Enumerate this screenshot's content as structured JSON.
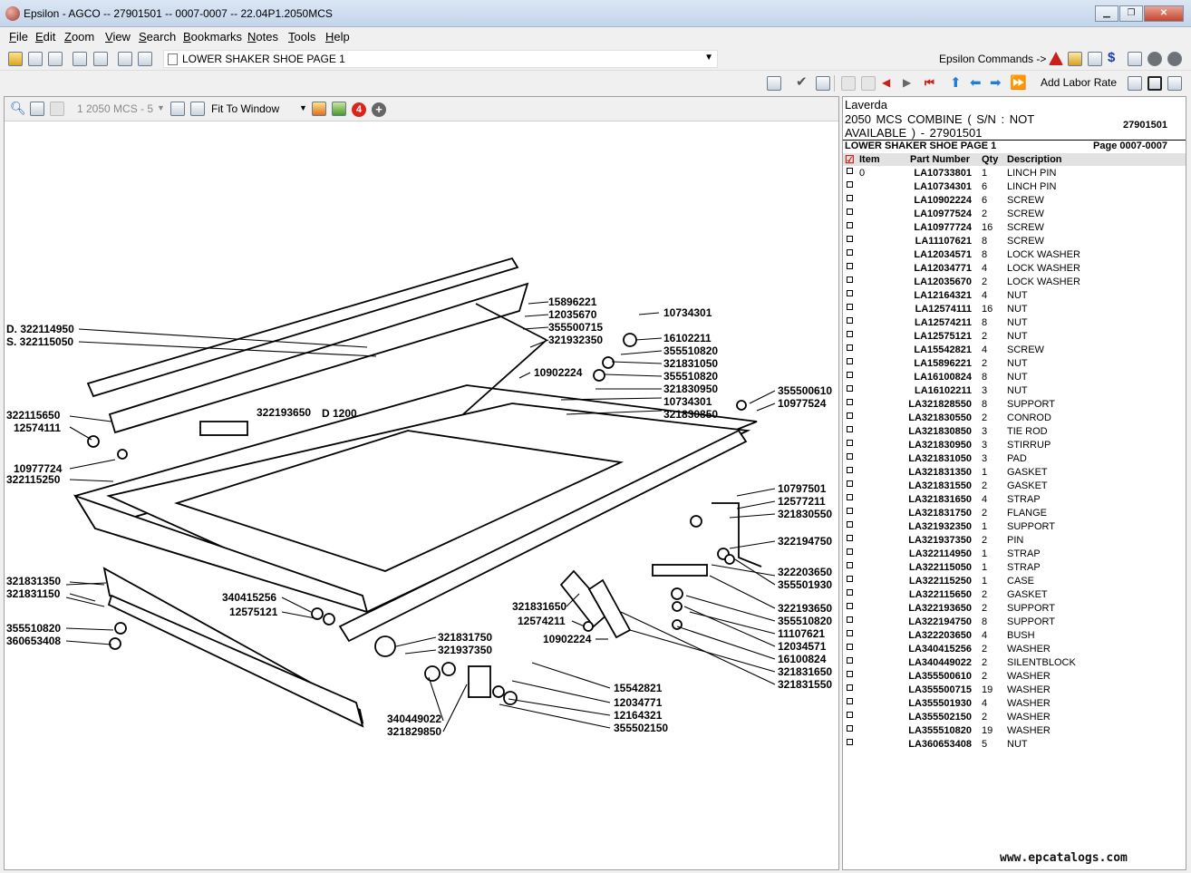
{
  "window": {
    "title": "Epsilon - AGCO -- 27901501 -- 0007-0007 -- 22.04P1.2050MCS"
  },
  "menu": [
    "File",
    "Edit",
    "Zoom",
    "View",
    "Search",
    "Bookmarks",
    "Notes",
    "Tools",
    "Help"
  ],
  "toolbar": {
    "page_title": "LOWER SHAKER SHOE PAGE 1",
    "epsilon_commands": "Epsilon Commands ->",
    "add_labor_rate": "Add Labor Rate"
  },
  "viewer": {
    "book_combo": "1 2050 MCS - 5",
    "zoom_combo": "Fit To Window",
    "badge": "4"
  },
  "panel": {
    "brand": "Laverda",
    "model": "2050 MCS   COMBINE     ( S/N :    NOT AVAILABLE ) - 27901501",
    "serial": "27901501",
    "page_title": "LOWER SHAKER SHOE PAGE 1",
    "page_no": "Page 0007-0007",
    "columns": {
      "item": "Item",
      "part": "Part Number",
      "qty": "Qty",
      "desc": "Description"
    },
    "rows": [
      [
        "0",
        "LA10733801",
        "1",
        "LINCH PIN"
      ],
      [
        "",
        "LA10734301",
        "6",
        "LINCH PIN"
      ],
      [
        "",
        "LA10902224",
        "6",
        "SCREW"
      ],
      [
        "",
        "LA10977524",
        "2",
        "SCREW"
      ],
      [
        "",
        "LA10977724",
        "16",
        "SCREW"
      ],
      [
        "",
        "LA11107621",
        "8",
        "SCREW"
      ],
      [
        "",
        "LA12034571",
        "8",
        "LOCK WASHER"
      ],
      [
        "",
        "LA12034771",
        "4",
        "LOCK WASHER"
      ],
      [
        "",
        "LA12035670",
        "2",
        "LOCK WASHER"
      ],
      [
        "",
        "LA12164321",
        "4",
        "NUT"
      ],
      [
        "",
        "LA12574111",
        "16",
        "NUT"
      ],
      [
        "",
        "LA12574211",
        "8",
        "NUT"
      ],
      [
        "",
        "LA12575121",
        "2",
        "NUT"
      ],
      [
        "",
        "LA15542821",
        "4",
        "SCREW"
      ],
      [
        "",
        "LA15896221",
        "2",
        "NUT"
      ],
      [
        "",
        "LA16100824",
        "8",
        "NUT"
      ],
      [
        "",
        "LA16102211",
        "3",
        "NUT"
      ],
      [
        "",
        "LA321828550",
        "8",
        "SUPPORT"
      ],
      [
        "",
        "LA321830550",
        "2",
        "CONROD"
      ],
      [
        "",
        "LA321830850",
        "3",
        "TIE ROD"
      ],
      [
        "",
        "LA321830950",
        "3",
        "STIRRUP"
      ],
      [
        "",
        "LA321831050",
        "3",
        "PAD"
      ],
      [
        "",
        "LA321831350",
        "1",
        "GASKET"
      ],
      [
        "",
        "LA321831550",
        "2",
        "GASKET"
      ],
      [
        "",
        "LA321831650",
        "4",
        "STRAP"
      ],
      [
        "",
        "LA321831750",
        "2",
        "FLANGE"
      ],
      [
        "",
        "LA321932350",
        "1",
        "SUPPORT"
      ],
      [
        "",
        "LA321937350",
        "2",
        "PIN"
      ],
      [
        "",
        "LA322114950",
        "1",
        "STRAP"
      ],
      [
        "",
        "LA322115050",
        "1",
        "STRAP"
      ],
      [
        "",
        "LA322115250",
        "1",
        "CASE"
      ],
      [
        "",
        "LA322115650",
        "2",
        "GASKET"
      ],
      [
        "",
        "LA322193650",
        "2",
        "SUPPORT"
      ],
      [
        "",
        "LA322194750",
        "8",
        "SUPPORT"
      ],
      [
        "",
        "LA322203650",
        "4",
        "BUSH"
      ],
      [
        "",
        "LA340415256",
        "2",
        "WASHER"
      ],
      [
        "",
        "LA340449022",
        "2",
        "SILENTBLOCK"
      ],
      [
        "",
        "LA355500610",
        "2",
        "WASHER"
      ],
      [
        "",
        "LA355500715",
        "19",
        "WASHER"
      ],
      [
        "",
        "LA355501930",
        "4",
        "WASHER"
      ],
      [
        "",
        "LA355502150",
        "2",
        "WASHER"
      ],
      [
        "",
        "LA355510820",
        "19",
        "WASHER"
      ],
      [
        "",
        "LA360653408",
        "5",
        "NUT"
      ]
    ]
  },
  "diagram": {
    "labels": [
      "15896221",
      "12035670",
      "355500715",
      "321932350",
      "10734301",
      "16102211",
      "355510820",
      "321831050",
      "355510820",
      "10902224",
      "321830950",
      "10734301",
      "321830850",
      "355500610",
      "10977524",
      "D. 322114950",
      "S. 322115050",
      "322115650",
      "12574111",
      "10977724",
      "322115250",
      "322193650",
      "D 1200",
      "10797501",
      "12577211",
      "321830550",
      "322194750",
      "322203650",
      "355501930",
      "322193650",
      "355510820",
      "11107621",
      "12034571",
      "16100824",
      "321831650",
      "321831550",
      "321831350",
      "321831150",
      "355510820",
      "360653408",
      "340415256",
      "12575121",
      "321831650",
      "12574211",
      "10902224",
      "321831750",
      "321937350",
      "15542821",
      "12034771",
      "12164321",
      "355502150",
      "340449022",
      "321829850"
    ]
  },
  "watermark": "www.epcatalogs.com"
}
